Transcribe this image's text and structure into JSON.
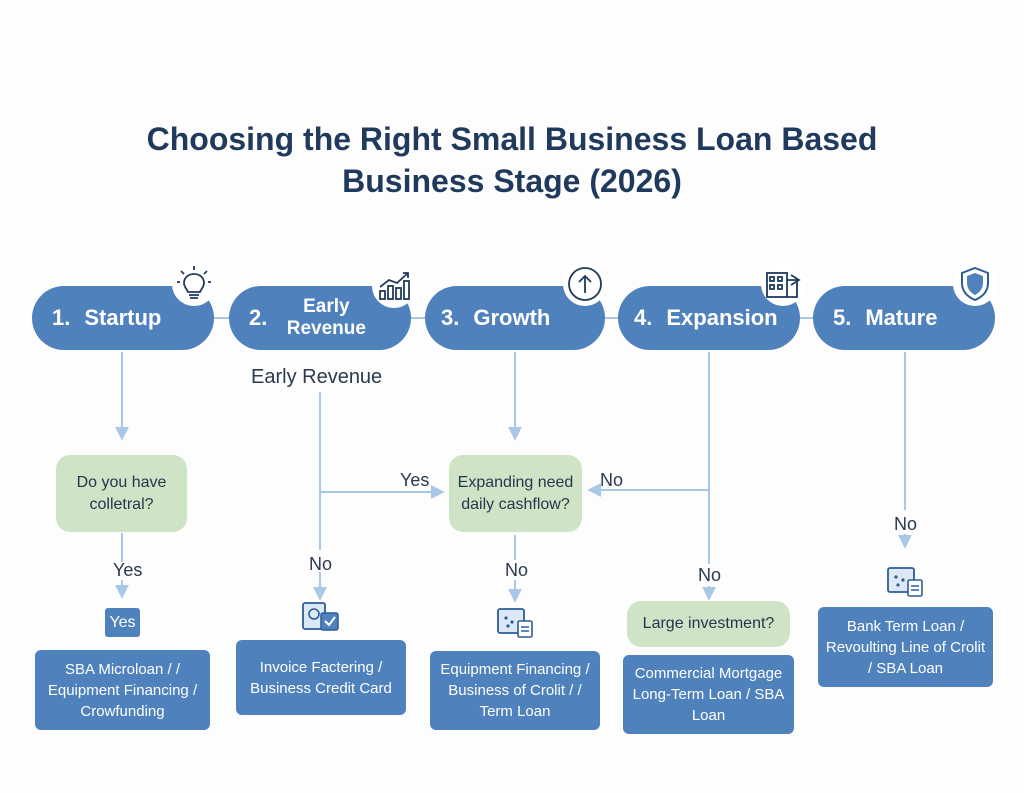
{
  "title": {
    "line1": "Choosing the Right Small Business Loan Based",
    "line2": "Business Stage (2026)"
  },
  "stages": [
    {
      "num": "1.",
      "label": "Startup",
      "icon": "lightbulb-icon"
    },
    {
      "num": "2.",
      "label": "Early Revenue",
      "icon": "growth-chart-icon"
    },
    {
      "num": "3.",
      "label": "Growth",
      "icon": "up-arrow-circle-icon"
    },
    {
      "num": "4.",
      "label": "Expansion",
      "icon": "building-icon"
    },
    {
      "num": "5.",
      "label": "Mature",
      "icon": "shield-icon"
    }
  ],
  "sublabel": "Early Revenue",
  "decisions": {
    "collateral": "Do you have colletral?",
    "cashflow": "Expanding need daily cashflow?",
    "investment": "Large investment?"
  },
  "edge_labels": {
    "startup_yes": "Yes",
    "early_yes": "Yes",
    "expansion_no_left": "No",
    "early_no": "No",
    "growth_no": "No",
    "expansion_no": "No",
    "mature_no": "No"
  },
  "yes_tag": "Yes",
  "outcomes": {
    "startup": "SBA Microloan / / Equipment Financing / Crowfunding",
    "early": "Invoice Factering / Business Credit Card",
    "growth": "Equipment Financing / Business of Crolit / / Term Loan",
    "expansion": "Commercial Mortgage Long-Term Loan / SBA Loan",
    "mature": "Bank Term Loan / Revoulting Line of Crolit / SBA Loan"
  },
  "colors": {
    "title": "#1f3a5c",
    "stage_fill": "#4f81bc",
    "decision_fill": "#cfe4c6",
    "connector": "#a9c7e6"
  }
}
